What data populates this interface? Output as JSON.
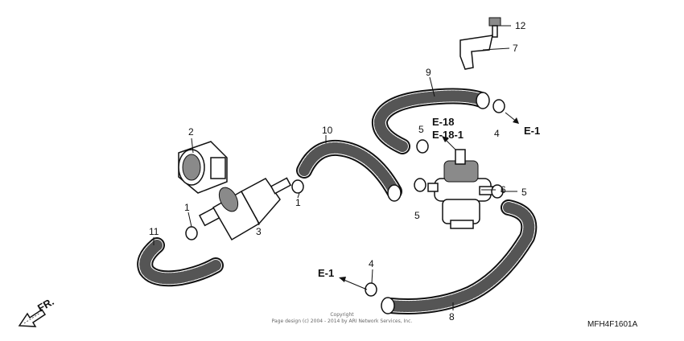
{
  "parts": {
    "p1a": "1",
    "p1b": "1",
    "p2": "2",
    "p3": "3",
    "p4a": "4",
    "p4b": "4",
    "p5a": "5",
    "p5b": "5",
    "p5c": "5",
    "p6": "6",
    "p7": "7",
    "p8": "8",
    "p9": "9",
    "p10": "10",
    "p11": "11",
    "p12": "12"
  },
  "refs": {
    "e1_right": "E-1",
    "e1_left": "E-1",
    "e18": "E-18",
    "e181": "E-18-1"
  },
  "direction": "FR.",
  "diagram_code": "MFH4F1601A",
  "copyright_line1": "Copyright",
  "copyright_line2": "Page design (c) 2004 - 2014 by ARI Network Services, Inc."
}
